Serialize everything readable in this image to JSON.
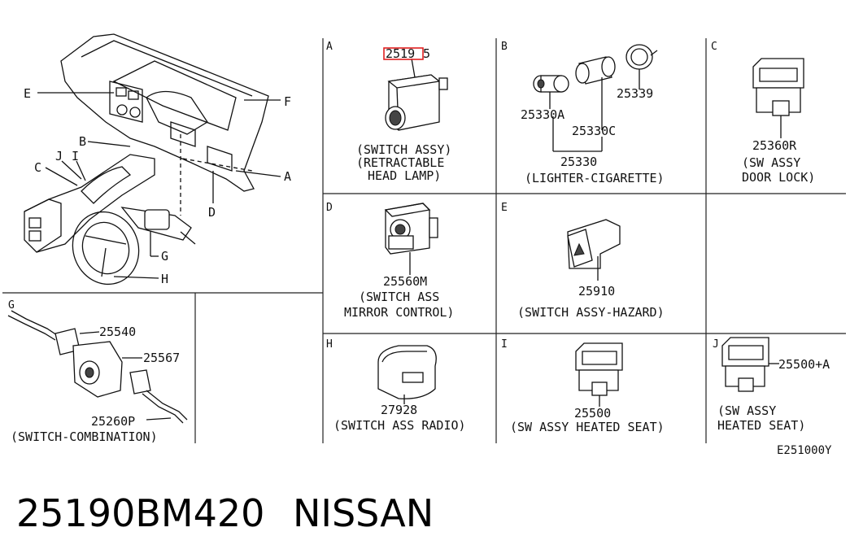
{
  "sections": {
    "A": {
      "letter": "A",
      "part_number": "2519",
      "caption": [
        "(SWITCH ASSY)",
        "(RETRACTABLE",
        "HEAD LAMP)"
      ]
    },
    "B": {
      "letter": "B",
      "parts": [
        "25330A",
        "25339",
        "25330C",
        "25330"
      ],
      "caption": "(LIGHTER-CIGARETTE)"
    },
    "C": {
      "letter": "C",
      "part_number": "25360R",
      "caption": [
        "(SW ASSY",
        "DOOR LOCK)"
      ]
    },
    "D": {
      "letter": "D",
      "part_number": "25560M",
      "caption": [
        "(SWITCH ASS",
        "MIRROR CONTROL)"
      ]
    },
    "E": {
      "letter": "E",
      "part_number": "25910",
      "caption": "(SWITCH ASSY-HAZARD)"
    },
    "G": {
      "letter": "G",
      "parts": [
        "25540",
        "25567",
        "25260P"
      ],
      "caption": "(SWITCH-COMBINATION)"
    },
    "H": {
      "letter": "H",
      "part_number": "27928",
      "caption": "(SWITCH ASS RADIO)"
    },
    "I": {
      "letter": "I",
      "part_number": "25500",
      "caption": "(SW ASSY HEATED SEAT)"
    },
    "J": {
      "letter": "J",
      "part_number": "25500+A",
      "caption": [
        "(SW ASSY",
        "HEATED SEAT)"
      ]
    }
  },
  "dashboard_callouts": [
    "E",
    "F",
    "B",
    "J",
    "I",
    "C",
    "A",
    "D",
    "G",
    "H"
  ],
  "diagram_code": "E251000Y",
  "footer": {
    "part_number": "25190BM420",
    "brand": "NISSAN"
  },
  "colors": {
    "highlight": "#e02020",
    "ink": "#111111"
  }
}
